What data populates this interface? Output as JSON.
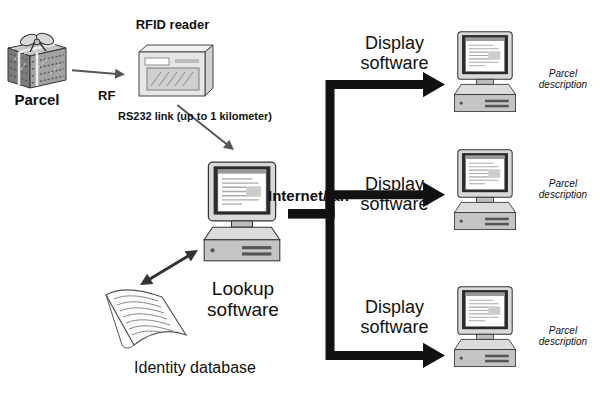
{
  "diagram": {
    "nodes": [
      {
        "text": [
          "Parcel"
        ]
      },
      {
        "text": [
          "RFID reader"
        ]
      },
      {
        "text": [
          "Lookup software"
        ]
      },
      {
        "text": [
          "Identity database"
        ]
      },
      {
        "text": [
          "Display software",
          "Parcel description"
        ]
      },
      {
        "text": [
          "Display software",
          "Parcel description"
        ]
      },
      {
        "text": [
          "Display software",
          "Parcel description"
        ]
      }
    ],
    "edges": [
      {
        "from": 0,
        "to": 1,
        "label": "RF",
        "arrow": "to"
      },
      {
        "from": 1,
        "to": 2,
        "label": "RS232 link (up to 1 kilometer)",
        "arrow": "to"
      },
      {
        "from": 2,
        "to": 3,
        "arrow": "both"
      },
      {
        "from": 2,
        "to": 4,
        "label": "Internet/lan",
        "arrow": "to"
      },
      {
        "from": 2,
        "to": 5,
        "arrow": "to"
      },
      {
        "from": 2,
        "to": 6,
        "arrow": "to"
      }
    ]
  }
}
